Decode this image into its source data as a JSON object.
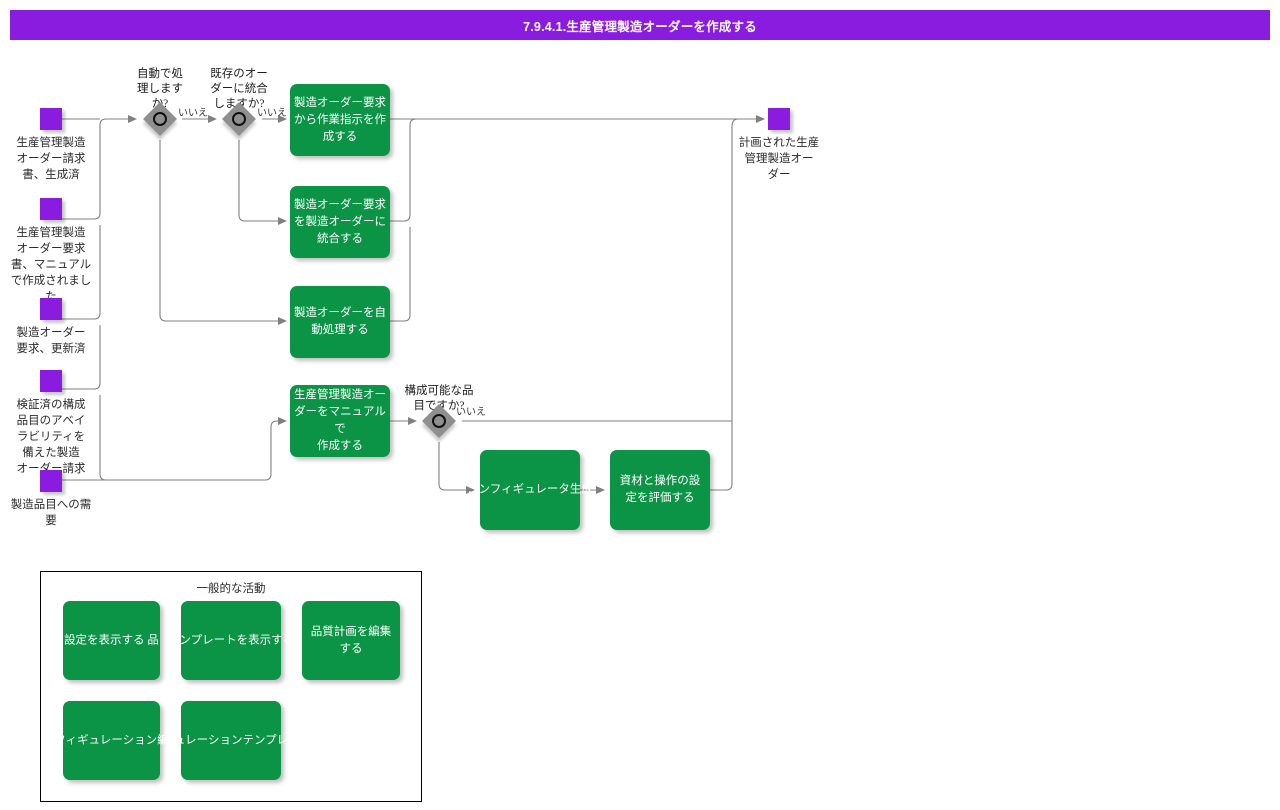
{
  "header": {
    "title": "7.9.4.1.生産管理製造オーダーを作成する",
    "bar_color": "#8A1CE0"
  },
  "theme": {
    "task_green": "#0C9446",
    "data_purple": "#8A1CE0",
    "gateway_gray": "#8F8F8F",
    "connector": "#808080",
    "text_dark": "#2b2b2b"
  },
  "inputs": [
    {
      "id": "in-1",
      "label": "生産管理製造\nオーダー請求\n書、生成済"
    },
    {
      "id": "in-2",
      "label": "生産管理製造\nオーダー要求\n書、マニュアル\nで作成されまし\nた"
    },
    {
      "id": "in-3",
      "label": "製造オーダー\n要求、更新済"
    },
    {
      "id": "in-4",
      "label": "検証済の構成\n品目のアベイ\nラビリティを\n備えた製造\nオーダー請求\n書"
    },
    {
      "id": "in-5",
      "label": "製造品目への需\n要"
    }
  ],
  "outputs": [
    {
      "id": "out-1",
      "label": "計画された生産\n管理製造オー\nダー"
    }
  ],
  "gateways": [
    {
      "id": "gw-auto",
      "question": "自動で処\n理します\nか?",
      "edge_label": "いいえ"
    },
    {
      "id": "gw-merge",
      "question": "既存のオー\nダーに統合\nしますか?",
      "edge_label": "いいえ"
    },
    {
      "id": "gw-config",
      "question": "構成可能な品\n目ですか?",
      "edge_label": "いいえ"
    }
  ],
  "tasks": [
    {
      "id": "task-work-instruction",
      "label": "製造オーダー要求\nから作業指示を作\n成する"
    },
    {
      "id": "task-merge-order",
      "label": "製造オーダー要求\nを製造オーダーに\n統合する"
    },
    {
      "id": "task-auto-process",
      "label": "製造オーダーを自\n動処理する"
    },
    {
      "id": "task-manual-create",
      "label": "生産管理製造オー\nダーをマニュアルで\n作成する"
    },
    {
      "id": "task-configurator",
      "label": "コンフィギュレータ生成"
    },
    {
      "id": "task-evaluate",
      "label": "資材と操作の設\n定を評価する"
    }
  ],
  "common_activities": {
    "title": "一般的な活動",
    "items": [
      {
        "id": "act-view-settings",
        "label": "設定を表示する 品"
      },
      {
        "id": "act-view-template",
        "label": "テンプレートを表示する"
      },
      {
        "id": "act-edit-quality-plan",
        "label": "品質計画を編集\nする"
      },
      {
        "id": "act-configuration",
        "label": "フィギュレーション編"
      },
      {
        "id": "act-config-template",
        "label": "ュレーションテンプレ"
      }
    ]
  }
}
